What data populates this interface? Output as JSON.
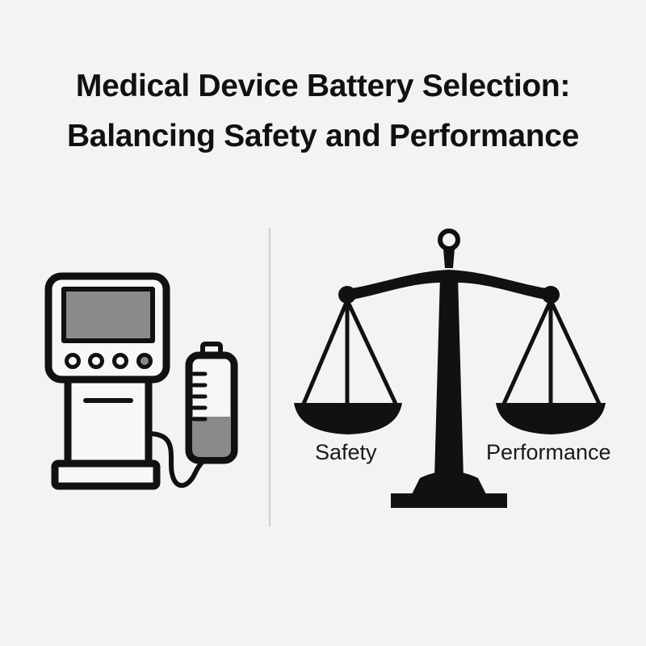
{
  "title": {
    "line1": "Medical Device Battery Selection:",
    "line2": "Balancing Safety and Performance"
  },
  "scale": {
    "left_label": "Safety",
    "right_label": "Performance"
  },
  "icons": [
    "medical-device-icon",
    "battery-icon",
    "balance-scale-icon"
  ],
  "colors": {
    "background": "#f3f3f1",
    "ink": "#111111",
    "screen_fill": "#8a8a8a",
    "battery_fill": "#8a8a8a",
    "divider": "#cfcfcd"
  }
}
